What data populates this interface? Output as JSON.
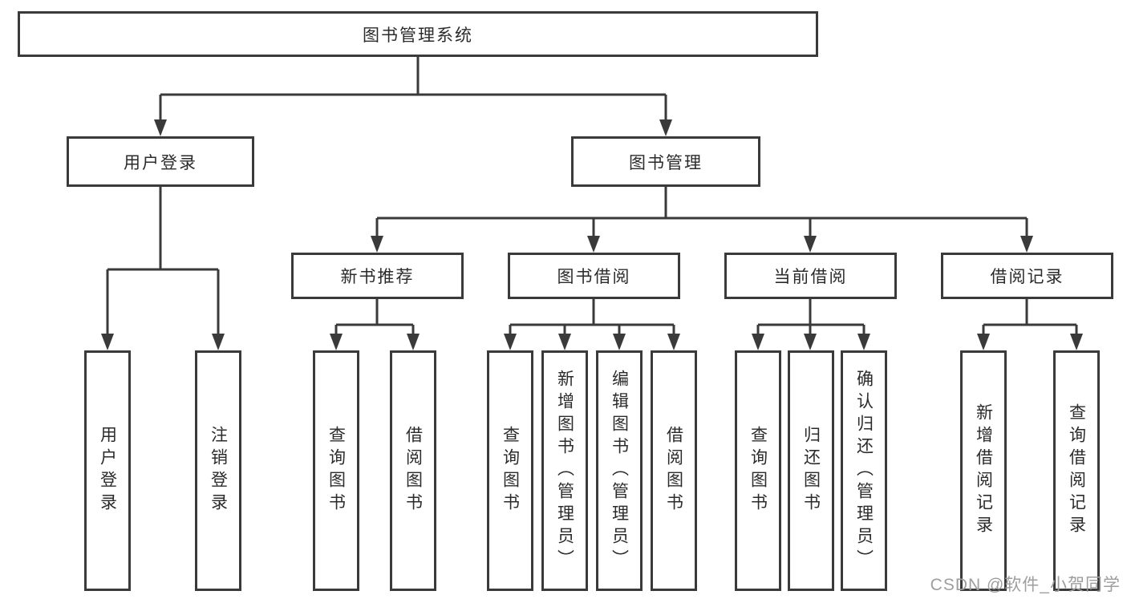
{
  "diagram": {
    "tree": {
      "root": {
        "label": "图书管理系统"
      },
      "branches": [
        {
          "label": "用户登录",
          "children": [
            {
              "label": "用户登录"
            },
            {
              "label": "注销登录"
            }
          ]
        },
        {
          "label": "图书管理",
          "children": [
            {
              "label": "新书推荐",
              "children": [
                {
                  "label": "查询图书"
                },
                {
                  "label": "借阅图书"
                }
              ]
            },
            {
              "label": "图书借阅",
              "children": [
                {
                  "label": "查询图书"
                },
                {
                  "label": "新增图书（管理员）"
                },
                {
                  "label": "编辑图书（管理员）"
                },
                {
                  "label": "借阅图书"
                }
              ]
            },
            {
              "label": "当前借阅",
              "children": [
                {
                  "label": "查询图书"
                },
                {
                  "label": "归还图书"
                },
                {
                  "label": "确认归还（管理员）"
                }
              ]
            },
            {
              "label": "借阅记录",
              "children": [
                {
                  "label": "新增借阅记录"
                },
                {
                  "label": "查询借阅记录"
                }
              ]
            }
          ]
        }
      ]
    },
    "colors": {
      "line": "#3a3a3a",
      "text": "#2b2b2b",
      "watermark": "#9e9e9e",
      "background": "#ffffff"
    },
    "watermark": {
      "text": "CSDN @软件_小贺同学"
    }
  }
}
